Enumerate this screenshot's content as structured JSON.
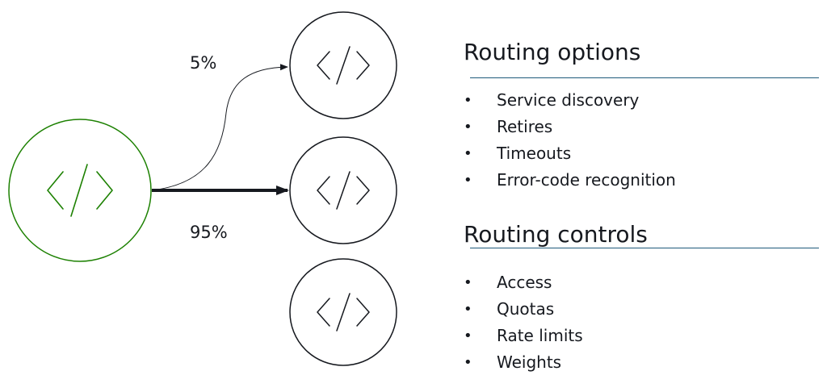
{
  "diagram": {
    "source_service": {
      "icon": "code-icon",
      "color": "#1d8102"
    },
    "target_services": [
      {
        "icon": "code-icon"
      },
      {
        "icon": "code-icon"
      },
      {
        "icon": "code-icon"
      }
    ],
    "edges": [
      {
        "label": "5%",
        "weight": "thin"
      },
      {
        "label": "95%",
        "weight": "thick"
      }
    ]
  },
  "routing_options": {
    "title": "Routing options",
    "items": [
      "Service discovery",
      "Retires",
      "Timeouts",
      "Error-code recognition"
    ]
  },
  "routing_controls": {
    "title": "Routing controls",
    "items": [
      "Access",
      "Quotas",
      "Rate limits",
      "Weights"
    ]
  }
}
